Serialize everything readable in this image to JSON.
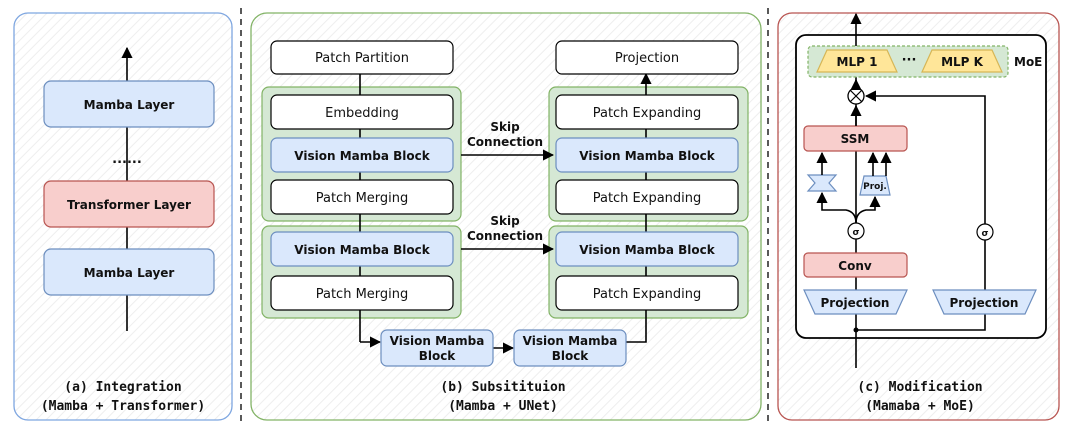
{
  "panel_a": {
    "top_layer": "Mamba Layer",
    "ellipsis": "......",
    "middle_layer": "Transformer Layer",
    "bottom_layer": "Mamba Layer",
    "caption_line1": "(a) Integration",
    "caption_line2": "(Mamba + Transformer)"
  },
  "panel_b": {
    "patch_partition": "Patch Partition",
    "projection": "Projection",
    "encoder": [
      "Embedding",
      "Vision Mamba Block",
      "Patch Merging",
      "Vision Mamba Block",
      "Patch Merging"
    ],
    "decoder": [
      "Patch Expanding",
      "Vision Mamba Block",
      "Patch Expanding",
      "Vision Mamba Block",
      "Patch Expanding"
    ],
    "skip_label_1": "Skip",
    "skip_label_2": "Connection",
    "bottleneck_1_line1": "Vision Mamba",
    "bottleneck_1_line2": "Block",
    "bottleneck_2_line1": "Vision Mamba",
    "bottleneck_2_line2": "Block",
    "caption_line1": "(b) Subsitituion",
    "caption_line2": "(Mamba + UNet)"
  },
  "panel_c": {
    "mlp_1": "MLP 1",
    "mlp_dots": "···",
    "mlp_k": "MLP K",
    "moe_label": "MoE",
    "multiply_symbol": "⊗",
    "ssm": "SSM",
    "proj_small": "Proj.",
    "sigma": "σ",
    "conv": "Conv",
    "projection_left": "Projection",
    "projection_right": "Projection",
    "caption_line1": "(c) Modification",
    "caption_line2": "(Mamaba + MoE)"
  },
  "colors": {
    "blue_box": "#dae8fc",
    "red_box": "#f8cecc",
    "green_group": "#d5e8d4",
    "panel_a_border": "#7ea6e0",
    "panel_b_border": "#82b366",
    "panel_c_border": "#b85450"
  }
}
